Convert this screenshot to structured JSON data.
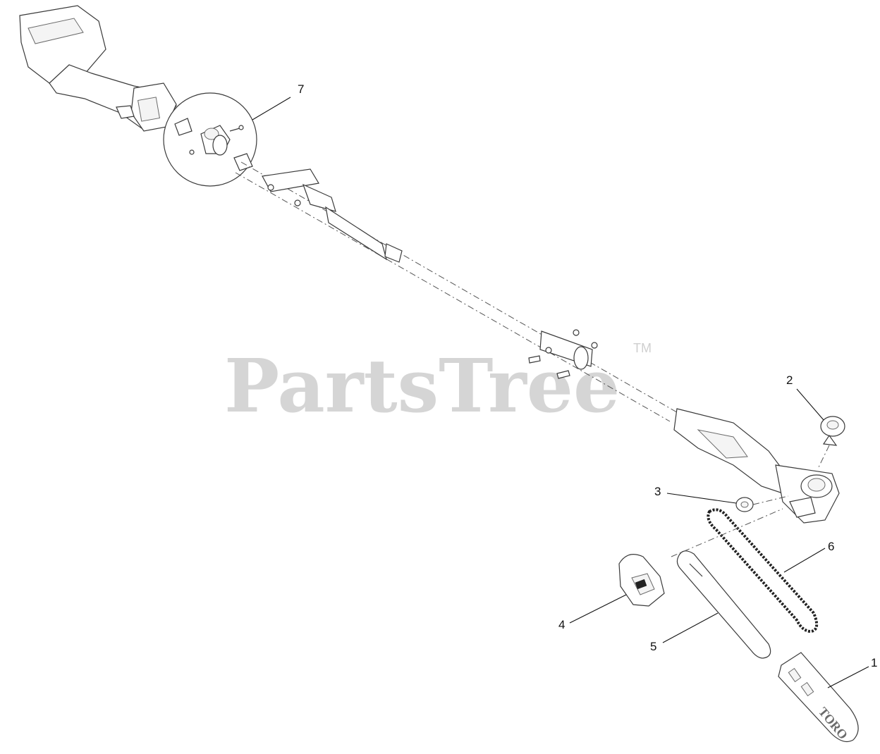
{
  "watermark": {
    "brand": "PartsTree",
    "trademark": "TM"
  },
  "callouts": [
    {
      "id": "1",
      "label": "1"
    },
    {
      "id": "2",
      "label": "2"
    },
    {
      "id": "3",
      "label": "3"
    },
    {
      "id": "4",
      "label": "4"
    },
    {
      "id": "5",
      "label": "5"
    },
    {
      "id": "6",
      "label": "6"
    },
    {
      "id": "7",
      "label": "7"
    }
  ],
  "bar_cover_logo": "TORO"
}
